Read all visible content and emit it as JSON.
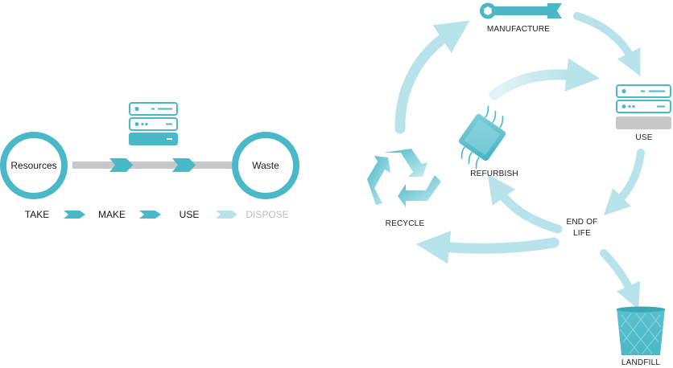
{
  "linear": {
    "start_node": "Resources",
    "end_node": "Waste",
    "steps": [
      "TAKE",
      "MAKE",
      "USE",
      "DISPOSE"
    ]
  },
  "circular": {
    "manufacture": "MANUFACTURE",
    "use": "USE",
    "end_of_life_line1": "END OF",
    "end_of_life_line2": "LIFE",
    "refurbish": "REFURBISH",
    "recycle": "RECYCLE",
    "landfill": "LANDFILL"
  },
  "icons": {
    "server": "server-icon",
    "wrench": "wrench-icon",
    "chip": "chip-icon",
    "recycle": "recycle-icon",
    "trash": "trash-bin-icon"
  },
  "colors": {
    "accent": "#4ab8c6",
    "accent_light": "#b9e3ea",
    "gray": "#c8c8c8",
    "muted_text": "#bdbdbd"
  }
}
